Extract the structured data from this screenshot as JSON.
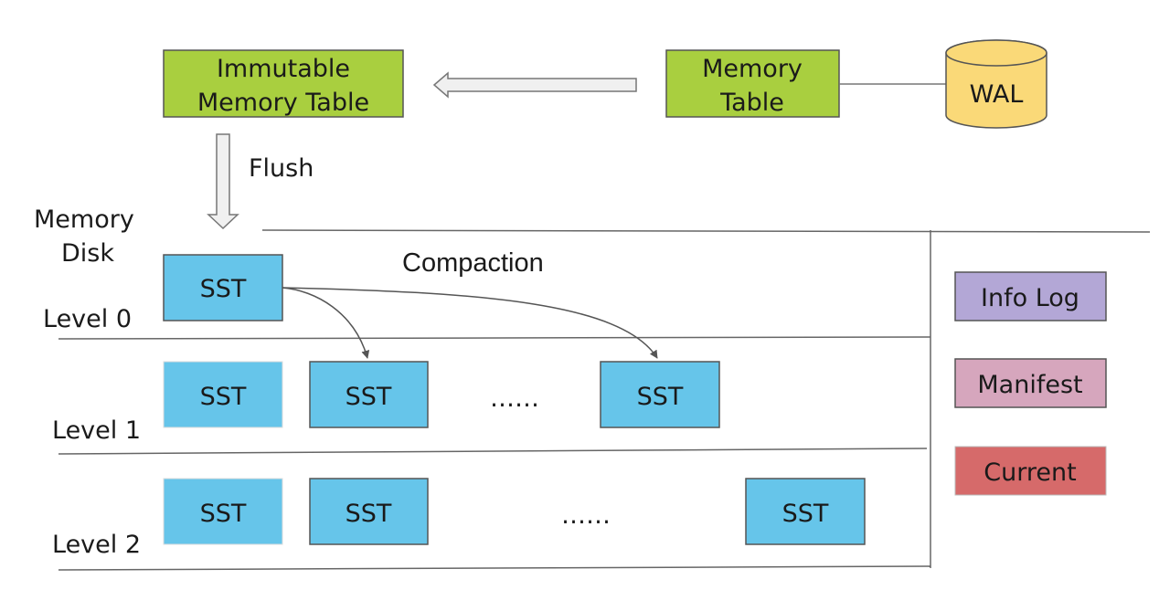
{
  "colors": {
    "memtable": "#a9cf3f",
    "sst": "#66c5ea",
    "wal": "#fad978",
    "info_log": "#b3a7d6",
    "manifest": "#d6a6bd",
    "current": "#d66a6a",
    "line": "#666666"
  },
  "memory": {
    "immutable_label": "Immutable Memory Table",
    "memtable_label": "Memory Table",
    "wal_label": "WAL",
    "flush_label": "Flush"
  },
  "divider": {
    "memory_label": "Memory",
    "disk_label": "Disk"
  },
  "levels": [
    {
      "label": "Level 0",
      "sst_label": "SST",
      "ellipsis": ""
    },
    {
      "label": "Level 1",
      "sst_label": "SST",
      "ellipsis": "……"
    },
    {
      "label": "Level 2",
      "sst_label": "SST",
      "ellipsis": "……"
    }
  ],
  "compaction_label": "Compaction",
  "files": {
    "info_log": "Info Log",
    "manifest": "Manifest",
    "current": "Current"
  }
}
